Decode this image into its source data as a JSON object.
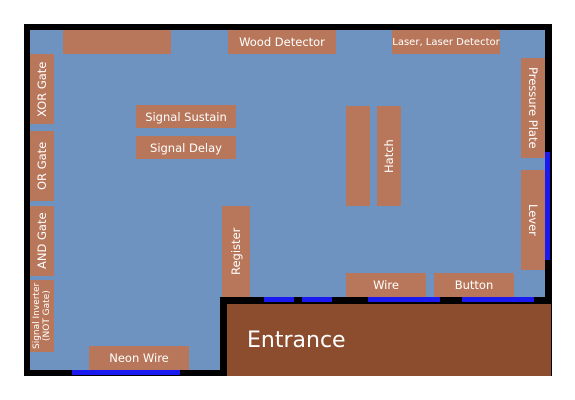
{
  "colors": {
    "floor": "#6f93c0",
    "wall": "#000000",
    "door": "#1a1af0",
    "station": "#b8775a",
    "entrance": "#8b4d2e",
    "text": "#ffffff"
  },
  "stations": {
    "wood_detector": "Wood Detector",
    "laser_detector": "Laser, Laser Detector",
    "signal_sustain": "Signal Sustain",
    "signal_delay": "Signal Delay",
    "hatch": "Hatch",
    "xor_gate": "XOR Gate",
    "or_gate": "OR Gate",
    "and_gate": "AND Gate",
    "signal_inverter_line1": "Signal Inverter",
    "signal_inverter_line2": "(NOT Gate)",
    "register": "Register",
    "pressure_plate": "Pressure Plate",
    "lever": "Lever",
    "wire": "Wire",
    "button": "Button",
    "neon_wire": "Neon Wire"
  },
  "entrance": {
    "label": "Entrance"
  }
}
